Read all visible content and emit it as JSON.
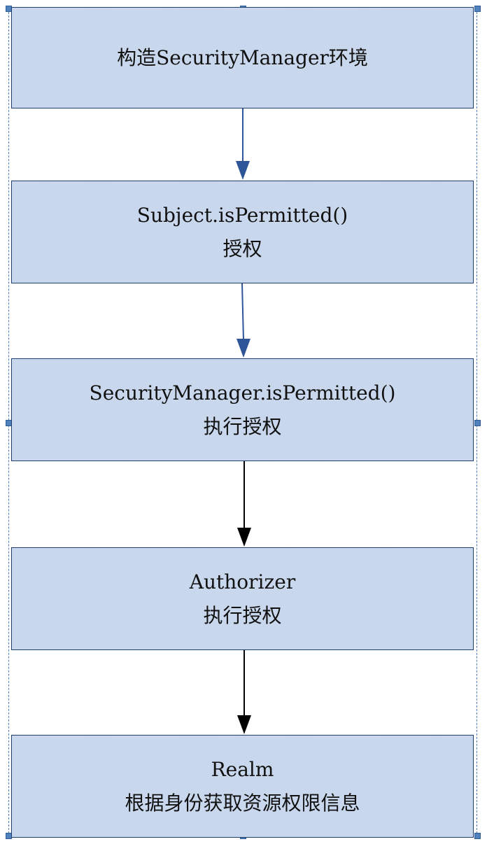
{
  "diagram": {
    "steps": [
      {
        "lines": [
          "构造SecurityManager环境"
        ]
      },
      {
        "lines": [
          "Subject.isPermitted()",
          "授权"
        ]
      },
      {
        "lines": [
          "SecurityManager.isPermitted()",
          "执行授权"
        ]
      },
      {
        "lines": [
          "Authorizer",
          "执行授权"
        ]
      },
      {
        "lines": [
          "Realm",
          "根据身份获取资源权限信息"
        ]
      }
    ],
    "colors": {
      "box_fill": "#c7d6ec",
      "box_border": "#1f3d6e",
      "arrow_blue": "#2e5597",
      "arrow_black": "#000000",
      "selection": "#4f81bd"
    }
  }
}
